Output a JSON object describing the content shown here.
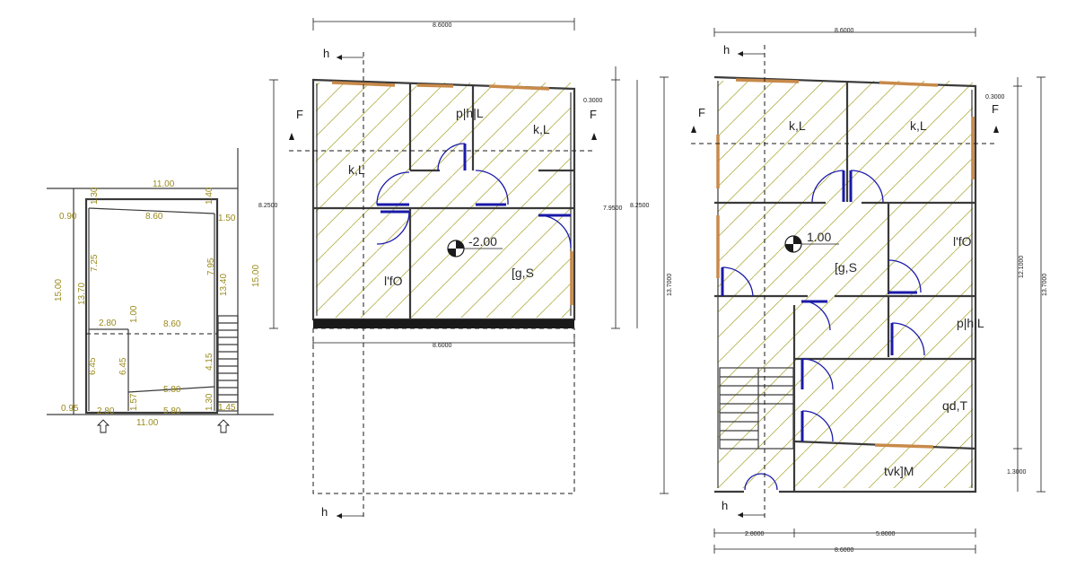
{
  "site_plan": {
    "top_width": "11.00",
    "bottom_width": "11.00",
    "plot_width": "8.60",
    "mid_width": "8.60",
    "inner_width": "5.80",
    "inner_width_bottom": "5.80",
    "small_width": "2.80",
    "small_width_bottom": "2.80",
    "left_depth": "15.00",
    "right_depth": "15.00",
    "depth_13_70": "13.70",
    "depth_13_40": "13.40",
    "depth_7_25": "7.25",
    "depth_7_95": "7.95",
    "depth_6_45_a": "6.45",
    "depth_6_45_b": "6.45",
    "depth_4_15": "4.15",
    "offset_1_30_top": "1.30",
    "offset_1_40": "1.40",
    "offset_0_90": "0.90",
    "offset_1_50": "1.50",
    "offset_1_00": "1.00",
    "offset_1_57": "1.57",
    "offset_1_30_bottom": "1.30",
    "offset_0_95": "0.95",
    "offset_1_45": "1.45"
  },
  "middle_plan": {
    "top_dim": "8.6000",
    "bottom_dim": "8.6000",
    "left_dim": "8.2500",
    "right_dim_outer": "13.7000",
    "right_dim_mid": "8.2500",
    "right_dim_inner": "7.9500",
    "right_dim_top": "0.3000",
    "section_h_top": "h",
    "section_h_bottom": "h",
    "section_f_left": "F",
    "section_f_right": "F",
    "room_top_middle": "p|h|L",
    "room_top_right": "k,L",
    "room_left_upper": "k,L",
    "room_left_lower": "l'fO",
    "room_center": "[g,S",
    "level": "-2.00"
  },
  "right_plan": {
    "top_dim": "8.6000",
    "bottom_dim": "8.6000",
    "bottom_dim_left": "2.8000",
    "bottom_dim_right": "5.8000",
    "right_dim_outer": "13.7000",
    "right_dim_inner": "12.1000",
    "right_dim_top": "0.3000",
    "right_dim_bottom": "1.3000",
    "section_h_top": "h",
    "section_h_bottom": "h",
    "section_f_left": "F",
    "section_f_right": "F",
    "room_top_left": "k,L",
    "room_top_right": "k,L",
    "room_right_upper": "l'fO",
    "room_center": "[g,S",
    "room_right_middle": "p|h|L",
    "room_right_lower": "qd,T",
    "room_bottom": "tvk]M",
    "level": "1.00"
  }
}
